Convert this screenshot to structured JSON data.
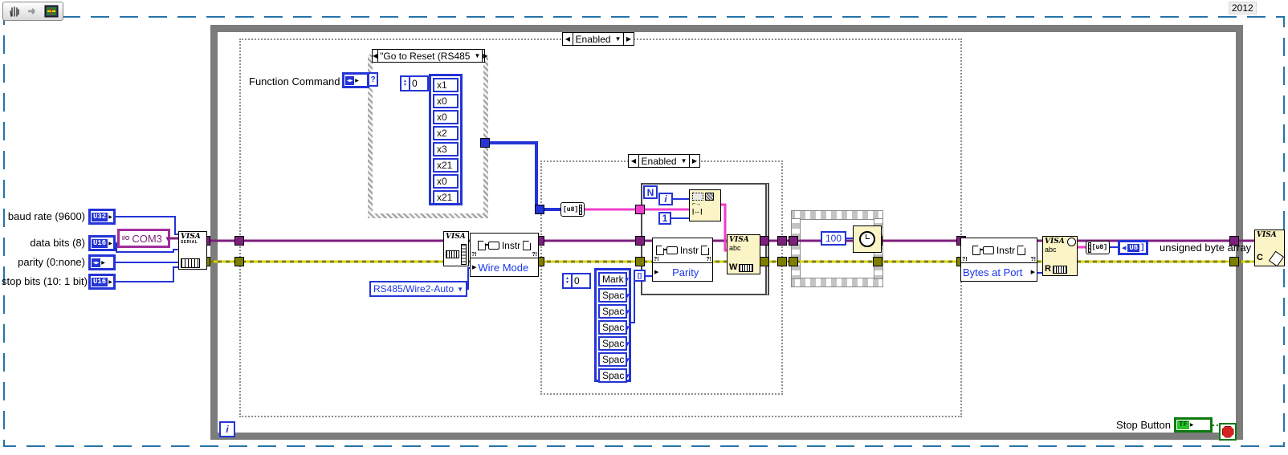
{
  "meta": {
    "year": "2012"
  },
  "glyphs": {
    "left": "◀",
    "right": "▶",
    "down": "▼",
    "up": "▲",
    "enum_lr": "◀▶",
    "err": "?!",
    "question": "?",
    "brackets": "[]",
    "bracket_close": "]"
  },
  "controls": {
    "items": [
      {
        "label": "baud rate (9600)",
        "type": "U32"
      },
      {
        "label": "data bits (8)",
        "type": "U16"
      },
      {
        "label": "parity (0:none)",
        "type": "◀▶"
      },
      {
        "label": "stop bits (10: 1 bit)",
        "type": "U16"
      }
    ],
    "com": {
      "io": "I/O",
      "port": "COM3"
    }
  },
  "visa_serial": {
    "t1": "VISA",
    "t2": "SERIAL"
  },
  "function_command": {
    "label": "Function Command"
  },
  "case1": {
    "selector": "\"Go to Reset (RS485",
    "index": "0",
    "values": [
      "x1",
      "x0",
      "x0",
      "x2",
      "x3",
      "x21",
      "x0",
      "x21"
    ]
  },
  "disable_outer": {
    "selector": "Enabled"
  },
  "disable_inner": {
    "selector": "Enabled"
  },
  "flush": {
    "t1": "VISA"
  },
  "node_wire_mode": {
    "title": "Instr",
    "property": "Wire Mode"
  },
  "ring_wire_mode": {
    "value": "RS485/Wire2-Auto"
  },
  "for_loop": {
    "n": "N",
    "i": "i",
    "one": "1"
  },
  "parity_array": {
    "index": "0",
    "values": [
      "Mark",
      "Spac",
      "Spac",
      "Spac",
      "Spac",
      "Spac",
      "Spac"
    ]
  },
  "node_parity": {
    "title": "Instr",
    "property": "Parity"
  },
  "visa_write": {
    "t1": "VISA",
    "t2": "abc",
    "letter": "W"
  },
  "sequence": {
    "wait_ms": "100"
  },
  "node_bytes": {
    "title": "Instr",
    "property": "Bytes at Port"
  },
  "visa_read": {
    "t1": "VISA",
    "t2": "abc",
    "letter": "R"
  },
  "conv_to_string": {
    "label": "[u8]"
  },
  "conv_to_array": {
    "label": "[u8]"
  },
  "indicator": {
    "badge": "U8",
    "label": "unsigned byte array"
  },
  "visa_close": {
    "t1": "VISA",
    "letter": "C"
  },
  "loop": {
    "iteration": "i",
    "stop_label": "Stop Button",
    "stop_badge": "TF"
  },
  "colors": {
    "wire_visa": "#7d1f7d",
    "wire_error_dark": "#7e7e00",
    "wire_error_light": "#d6d600",
    "wire_numeric": "#2434d6",
    "wire_string": "#f03ec8",
    "com_border": "#a12c9c",
    "stop_green": "#0c7a0c",
    "icon_yellow": "#fbf4c6",
    "loop_border": "#7c7c7c",
    "selection_dash": "#2473a8"
  }
}
